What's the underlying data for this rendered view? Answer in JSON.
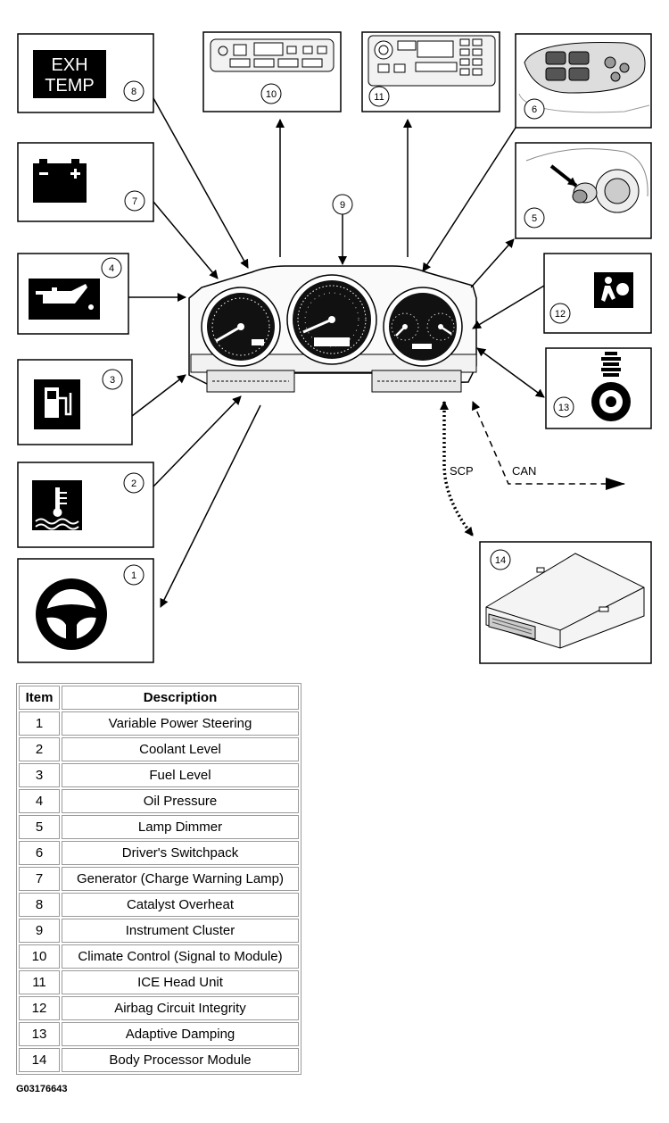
{
  "callouts": [
    "1",
    "2",
    "3",
    "4",
    "5",
    "6",
    "7",
    "8",
    "9",
    "10",
    "11",
    "12",
    "13",
    "14"
  ],
  "signals": {
    "scp": "SCP",
    "can": "CAN"
  },
  "exh_temp": {
    "line1": "EXH",
    "line2": "TEMP"
  },
  "legend": {
    "headers": {
      "item": "Item",
      "description": "Description"
    },
    "rows": [
      {
        "item": "1",
        "description": "Variable Power Steering"
      },
      {
        "item": "2",
        "description": "Coolant Level"
      },
      {
        "item": "3",
        "description": "Fuel Level"
      },
      {
        "item": "4",
        "description": "Oil Pressure"
      },
      {
        "item": "5",
        "description": "Lamp Dimmer"
      },
      {
        "item": "6",
        "description": "Driver's Switchpack"
      },
      {
        "item": "7",
        "description": "Generator (Charge Warning Lamp)"
      },
      {
        "item": "8",
        "description": "Catalyst Overheat"
      },
      {
        "item": "9",
        "description": "Instrument Cluster"
      },
      {
        "item": "10",
        "description": "Climate Control (Signal to Module)"
      },
      {
        "item": "11",
        "description": "ICE Head Unit"
      },
      {
        "item": "12",
        "description": "Airbag Circuit Integrity"
      },
      {
        "item": "13",
        "description": "Adaptive Damping"
      },
      {
        "item": "14",
        "description": "Body Processor Module"
      }
    ]
  },
  "figure_id": "G03176643",
  "icons": [
    "steering-wheel-icon",
    "coolant-level-icon",
    "fuel-pump-icon",
    "oil-can-icon",
    "lamp-dimmer-icon",
    "switchpack-icon",
    "battery-icon",
    "exh-temp-icon",
    "instrument-cluster-icon",
    "climate-control-icon",
    "ice-head-unit-icon",
    "airbag-icon",
    "adaptive-damping-icon",
    "body-processor-module-icon"
  ]
}
